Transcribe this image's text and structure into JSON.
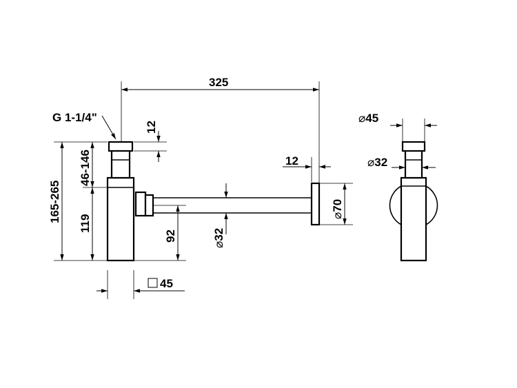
{
  "dimensions": {
    "overall_length": "325",
    "thread_size": "G 1-1/4\"",
    "top_cap_height": "12",
    "wall_flange_thickness": "12",
    "outlet_height_range": "165-265",
    "upper_range": "46-146",
    "body_height": "119",
    "pipe_center_height": "92",
    "pipe_diameter": "32",
    "wall_flange_diameter": "70",
    "body_square": "45",
    "side_cap_diameter": "45",
    "side_tube_diameter": "32"
  },
  "symbols": {
    "diameter": "⌀"
  }
}
